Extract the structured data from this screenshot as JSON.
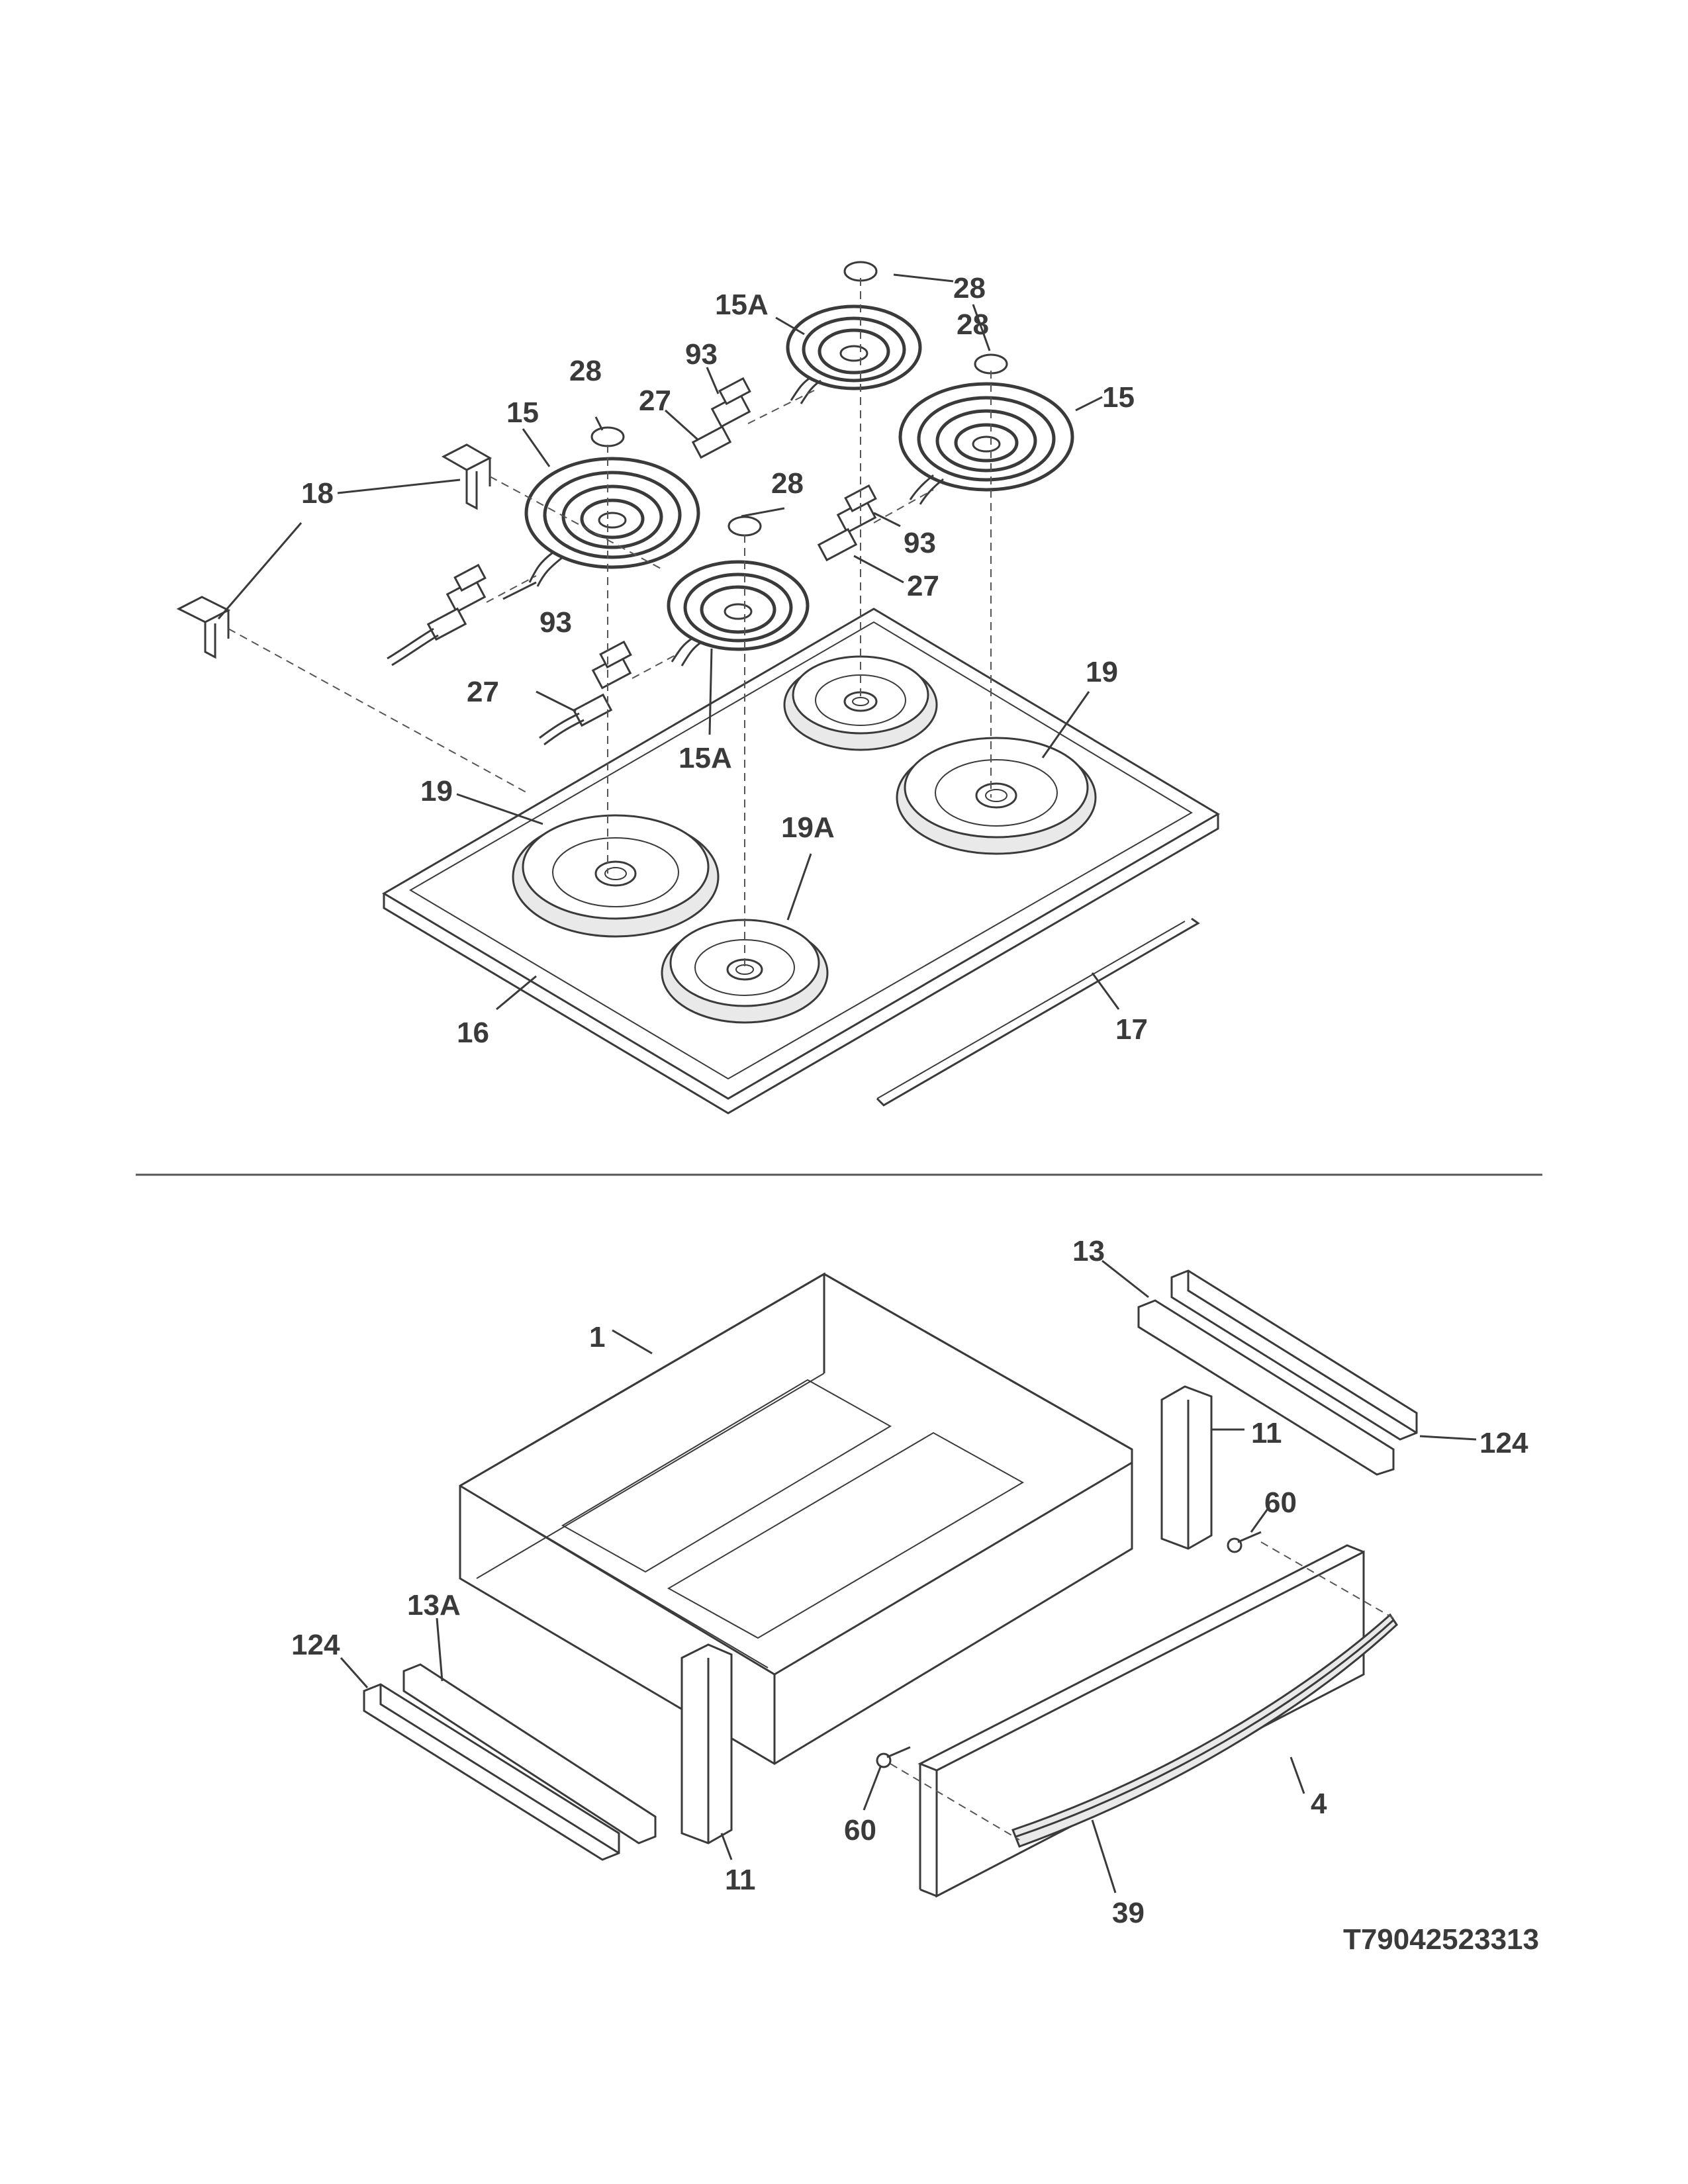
{
  "document_number": "T79042523313",
  "callouts": {
    "top": [
      "28",
      "15A",
      "28",
      "93",
      "15",
      "27",
      "28",
      "15",
      "18",
      "28",
      "93",
      "27",
      "93",
      "27",
      "15A",
      "19",
      "19",
      "19A",
      "16",
      "17"
    ],
    "bottom": [
      "13",
      "1",
      "11",
      "124",
      "60",
      "13A",
      "124",
      "4",
      "60",
      "11",
      "39"
    ]
  }
}
